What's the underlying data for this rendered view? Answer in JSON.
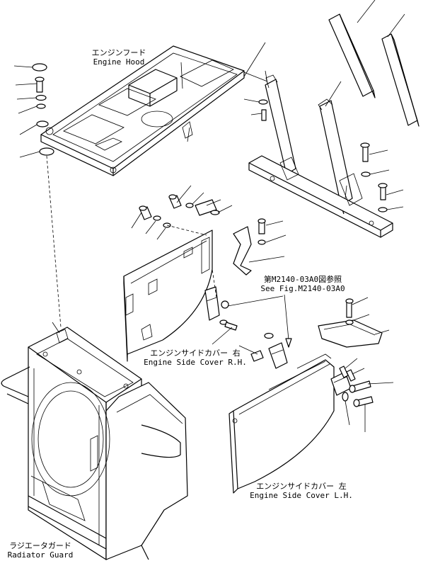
{
  "labels": {
    "engine_hood_jp": "エンジンフード",
    "engine_hood_en": "Engine Hood",
    "side_cover_rh_jp": "エンジンサイドカバー 右",
    "side_cover_rh_en": "Engine Side Cover R.H.",
    "side_cover_lh_jp": "エンジンサイドカバー 左",
    "side_cover_lh_en": "Engine Side Cover L.H.",
    "radiator_guard_jp": "ラジエータガード",
    "radiator_guard_en": "Radiator Guard",
    "see_fig_jp": "第M2140-03A0図参照",
    "see_fig_en": "See Fig.M2140-03A0"
  }
}
